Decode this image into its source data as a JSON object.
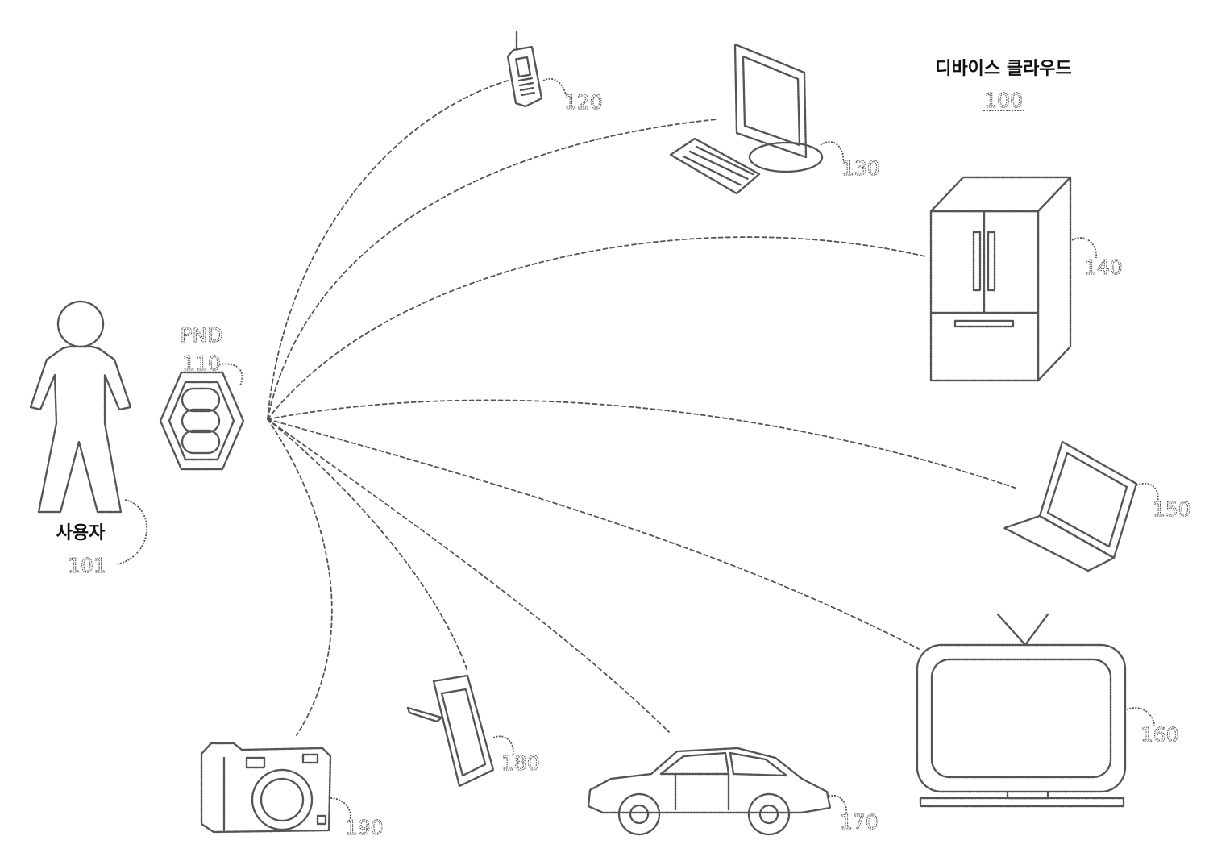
{
  "title": {
    "label": "디바이스 클라우드",
    "ref": "100"
  },
  "user": {
    "label": "사용자",
    "ref": "101"
  },
  "pnd": {
    "label": "PND",
    "ref": "110"
  },
  "devices": [
    {
      "id": "phone",
      "ref": "120",
      "icon": "mobile-phone-icon"
    },
    {
      "id": "desktop",
      "ref": "130",
      "icon": "desktop-computer-icon"
    },
    {
      "id": "refrigerator",
      "ref": "140",
      "icon": "refrigerator-icon"
    },
    {
      "id": "laptop",
      "ref": "150",
      "icon": "laptop-icon"
    },
    {
      "id": "television",
      "ref": "160",
      "icon": "television-icon"
    },
    {
      "id": "car",
      "ref": "170",
      "icon": "car-icon"
    },
    {
      "id": "tablet",
      "ref": "180",
      "icon": "tablet-icon"
    },
    {
      "id": "camera",
      "ref": "190",
      "icon": "camera-icon"
    }
  ],
  "colors": {
    "line": "#555555",
    "text": "#111111",
    "background": "#ffffff"
  }
}
